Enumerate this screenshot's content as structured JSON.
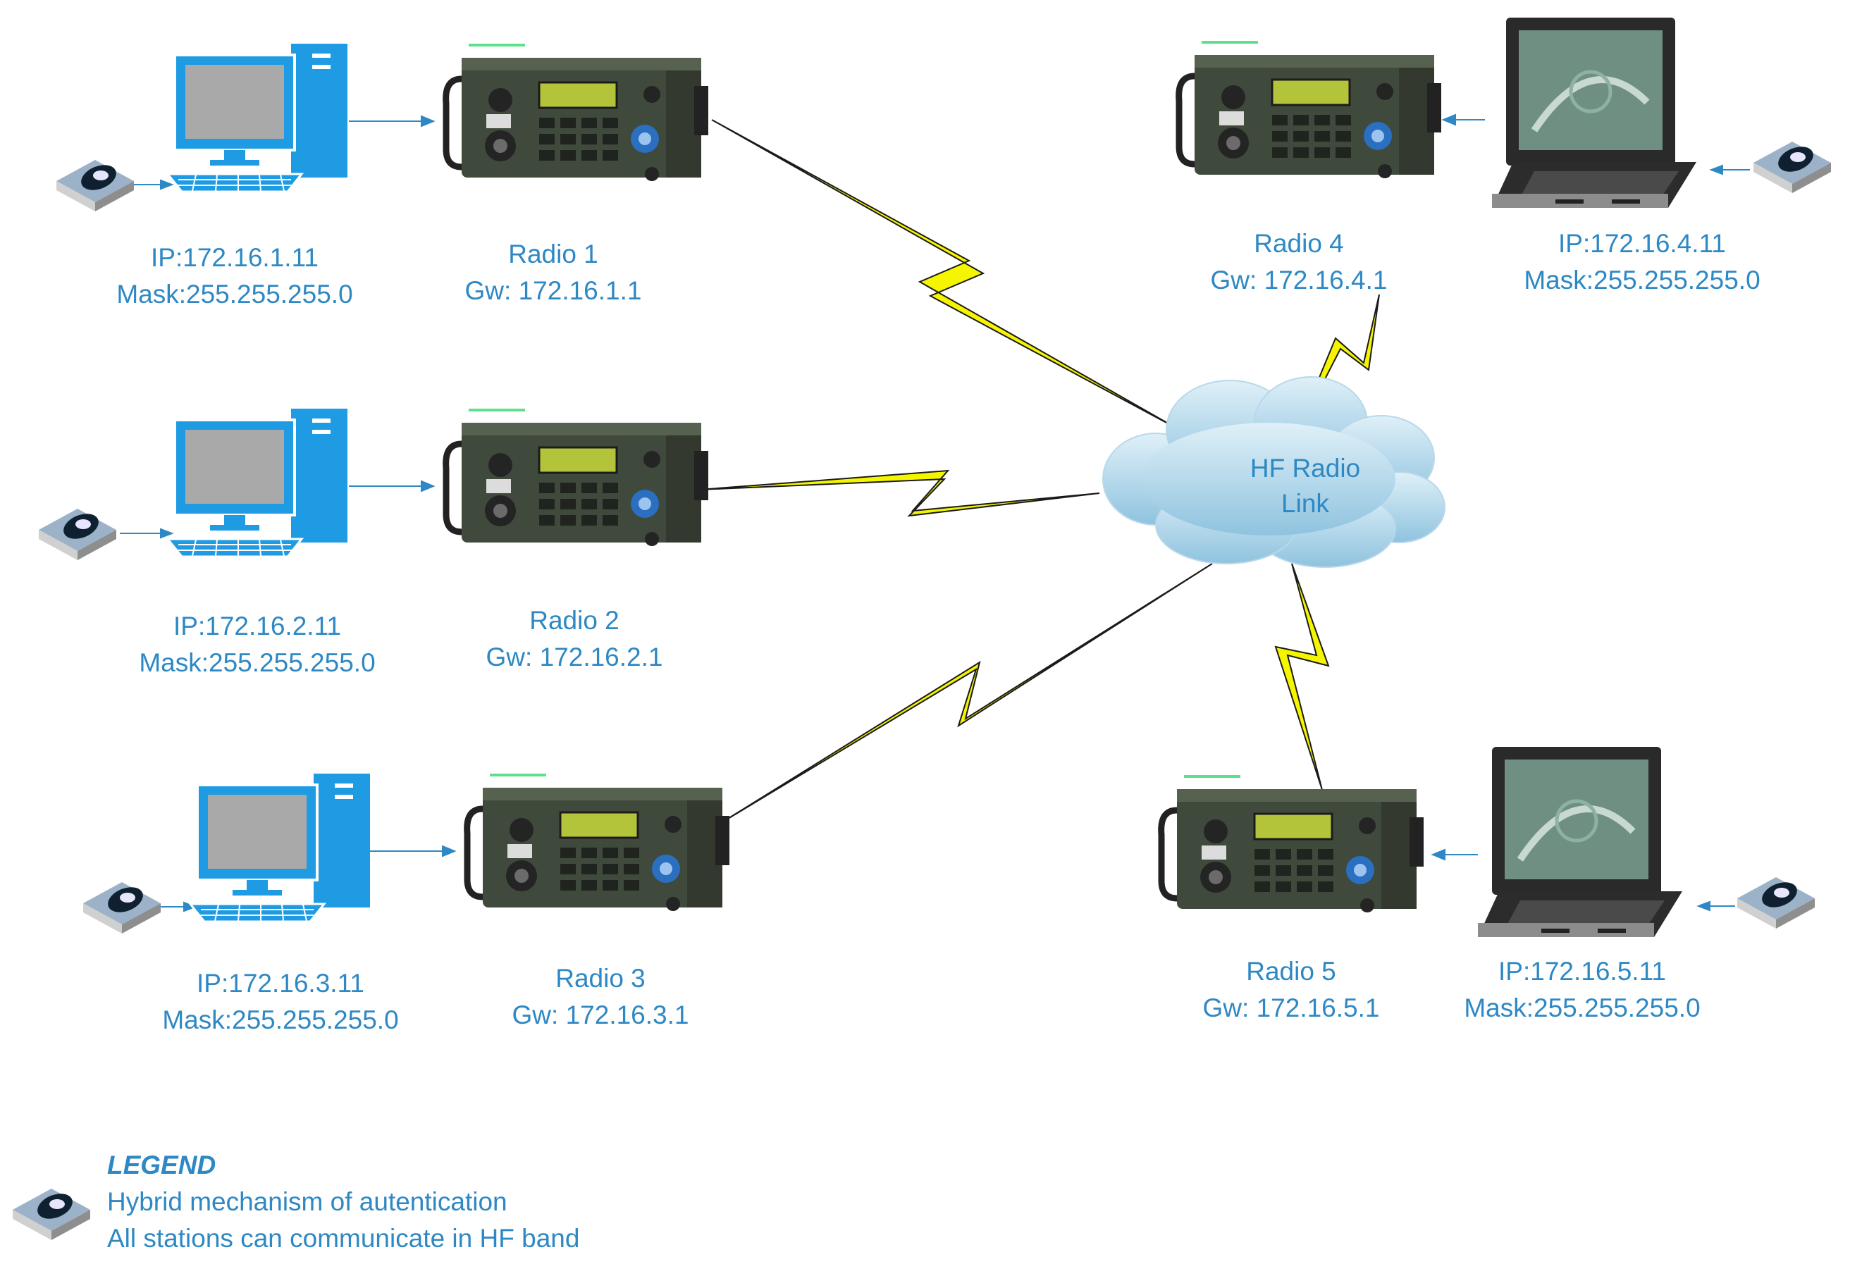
{
  "computers": [
    {
      "ip": "IP:172.16.1.11",
      "mask": "Mask:255.255.255.0"
    },
    {
      "ip": "IP:172.16.2.11",
      "mask": "Mask:255.255.255.0"
    },
    {
      "ip": "IP:172.16.3.11",
      "mask": "Mask:255.255.255.0"
    }
  ],
  "laptops": [
    {
      "ip": "IP:172.16.4.11",
      "mask": "Mask:255.255.255.0"
    },
    {
      "ip": "IP:172.16.5.11",
      "mask": "Mask:255.255.255.0"
    }
  ],
  "radios": [
    {
      "name": "Radio 1",
      "gw": "Gw: 172.16.1.1"
    },
    {
      "name": "Radio 2",
      "gw": "Gw: 172.16.2.1"
    },
    {
      "name": "Radio 3",
      "gw": "Gw: 172.16.3.1"
    },
    {
      "name": "Radio 4",
      "gw": "Gw: 172.16.4.1"
    },
    {
      "name": "Radio 5",
      "gw": "Gw: 172.16.5.1"
    }
  ],
  "cloud": {
    "line1": "HF Radio",
    "line2": "Link"
  },
  "legend": {
    "title": "LEGEND",
    "item1": "Hybrid mechanism of autentication",
    "item2": "All stations can communicate in HF band"
  },
  "colors": {
    "text": "#2e88c4",
    "device_blue": "#1e9be3",
    "bolt": "#f5f500",
    "cloud": "#a9d2e8"
  },
  "icons": [
    "desktop-computer-icon",
    "hf-radio-icon",
    "rugged-laptop-icon",
    "authentication-token-icon",
    "lightning-link-icon",
    "cloud-icon"
  ]
}
